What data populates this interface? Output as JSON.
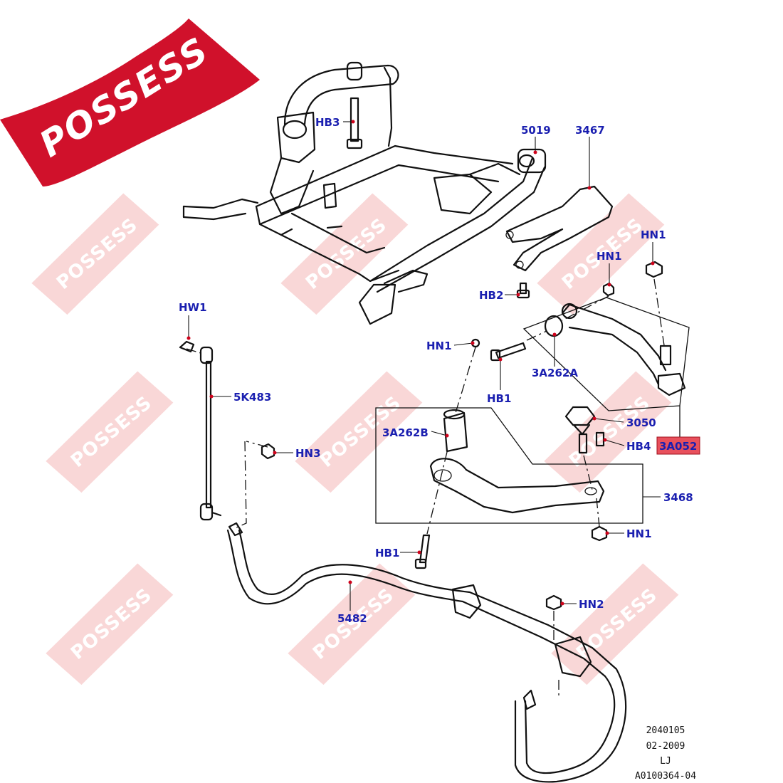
{
  "brand": {
    "name": "POSSESS",
    "color": "#d0112b"
  },
  "watermark": {
    "text": "POSSESS"
  },
  "highlight_color": "#e8505c",
  "label_color": "#1a1fb0",
  "labels": {
    "hb3": "HB3",
    "p5019": "5019",
    "p3467": "3467",
    "hn1_top_right": "HN1",
    "hn1_mid": "HN1",
    "hb2": "HB2",
    "hw1": "HW1",
    "hn1_left": "HN1",
    "p3a262a": "3A262A",
    "hb1_upper": "HB1",
    "p5k483": "5K483",
    "p3050": "3050",
    "p3a262b": "3A262B",
    "hb4": "HB4",
    "p3a052": "3A052",
    "hn3": "HN3",
    "p3468": "3468",
    "hn1_bottom": "HN1",
    "hb1_lower": "HB1",
    "hn2": "HN2",
    "p5482": "5482"
  },
  "drawing_info": {
    "line1": "2040105",
    "line2": "02-2009",
    "line3": "LJ",
    "line4": "A0100364-04"
  }
}
